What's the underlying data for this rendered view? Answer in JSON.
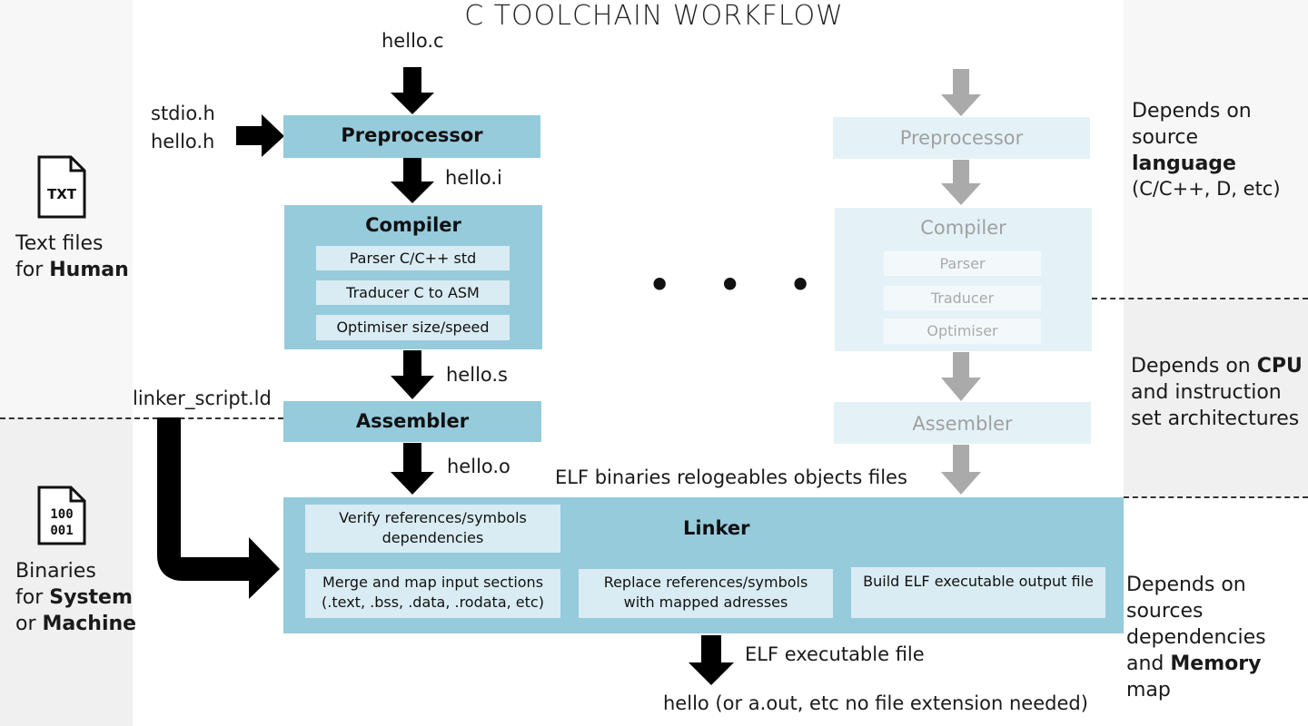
{
  "title": "C TOOLCHAIN WORKFLOW",
  "inputs": {
    "source_file": "hello.c",
    "headers": [
      "stdio.h",
      "hello.h"
    ],
    "linker_script": "linker_script.ld"
  },
  "intermediate": {
    "preprocessed": "hello.i",
    "assembly": "hello.s",
    "object": "hello.o"
  },
  "stages": {
    "preprocessor": "Preprocessor",
    "compiler": {
      "title": "Compiler",
      "parts": [
        "Parser C/C++ std",
        "Traducer C to ASM",
        "Optimiser size/speed"
      ]
    },
    "assembler": "Assembler",
    "linker": {
      "title": "Linker",
      "verify": [
        "Verify references/symbols",
        "dependencies"
      ],
      "merge": [
        "Merge and map input sections",
        "(.text, .bss, .data, .rodata, etc)"
      ],
      "replace": [
        "Replace references/symbols",
        "with mapped adresses"
      ],
      "build": "Build ELF executable output file"
    }
  },
  "ghost": {
    "preprocessor": "Preprocessor",
    "compiler": "Compiler",
    "parts": [
      "Parser",
      "Traducer",
      "Optimiser"
    ],
    "assembler": "Assembler"
  },
  "ellipsis": "• • •",
  "elf_objects_label": "ELF binaries relogeables objects files",
  "elf_exec_label": "ELF executable file",
  "output_file": "hello (or a.out, etc no file extension needed)",
  "left": {
    "txt_icon": "TXT",
    "txt_line1": "Text files",
    "txt_line2_pre": "for ",
    "txt_line2_bold": "Human",
    "bin_icon_line1": "100",
    "bin_icon_line2": "001",
    "bin_line1": "Binaries",
    "bin_line2_pre": "for ",
    "bin_line2_bold": "System",
    "bin_line3_pre": "or ",
    "bin_line3_bold": "Machine"
  },
  "right": {
    "lang_line1": "Depends on",
    "lang_line2_pre": "source ",
    "lang_line2_bold": "language",
    "lang_examples": "(C/C++, D, etc)",
    "cpu_line1_pre": "Depends on ",
    "cpu_line1_bold": "CPU",
    "cpu_line2": "and instruction",
    "cpu_line3": "set architectures",
    "mem_line1": "Depends on",
    "mem_line2": "sources",
    "mem_line3": "dependencies",
    "mem_line4_pre": "and ",
    "mem_line4_bold": "Memory",
    "mem_line4_post": " map"
  }
}
